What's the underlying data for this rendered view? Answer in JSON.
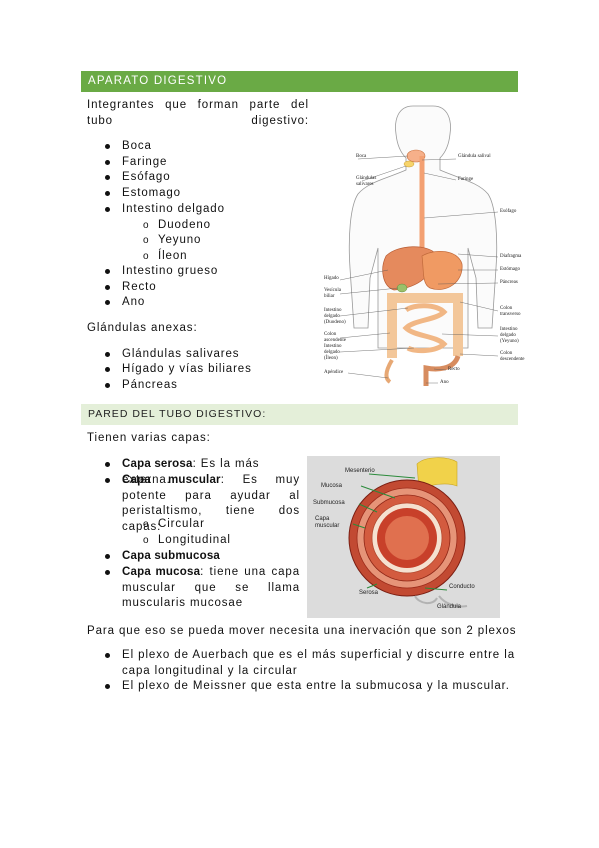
{
  "section1": {
    "header": "APARATO DIGESTIVO",
    "intro": "Integrantes que forman parte del tubo digestivo:",
    "organs": [
      "Boca",
      "Faringe",
      "Esófago",
      "Estomago",
      "Intestino delgado"
    ],
    "intestino_parts": [
      "Duodeno",
      "Yeyuno",
      "Íleon"
    ],
    "organs2": [
      "Intestino grueso",
      "Recto",
      "Ano"
    ],
    "glandulas_title": "Glándulas anexas:",
    "glandulas": [
      "Glándulas salivares",
      "Hígado y vías biliares",
      "Páncreas"
    ]
  },
  "figure1": {
    "labels_left": [
      "Boca",
      "Glándulas salivares",
      "Hígado",
      "Vesícula biliar",
      "Intestino delgado (Duodeno)",
      "Colon ascendente",
      "Intestino delgado (Íleon)",
      "Apéndice"
    ],
    "labels_right": [
      "Glándula salival",
      "Faringe",
      "Esófago",
      "Diafragma",
      "Estómago",
      "Páncreas",
      "Colon transverso",
      "Intestino delgado (Yeyuno)",
      "Colon descendente",
      "Recto",
      "Ano"
    ]
  },
  "section2": {
    "header": "PARED DEL TUBO DIGESTIVO:",
    "intro": "Tienen varias capas:",
    "capas": [
      {
        "bold": "Capa serosa",
        "rest": ": Es la más externa."
      },
      {
        "bold": "Capa muscular",
        "rest": ": Es muy potente para ayudar al peristaltismo, tiene dos capas:"
      },
      {
        "bold": "Capa submucosa",
        "rest": ""
      },
      {
        "bold": "Capa mucosa",
        "rest": ": tiene una capa muscular que se llama muscularis mucosae"
      }
    ],
    "muscular_parts": [
      "Circular",
      "Longitudinal"
    ],
    "plexos_intro": "Para que eso se pueda mover necesita una inervación que son 2 plexos",
    "plexos": [
      "El plexo de Auerbach que es el más superficial y discurre entre la capa longitudinal y la circular",
      "El plexo de Meissner que esta entre la submucosa y la muscular."
    ]
  },
  "figure2": {
    "labels": [
      "Mesenterio",
      "Mucosa",
      "Submucosa",
      "Capa muscular",
      "Serosa",
      "Conducto",
      "Glándula"
    ]
  }
}
